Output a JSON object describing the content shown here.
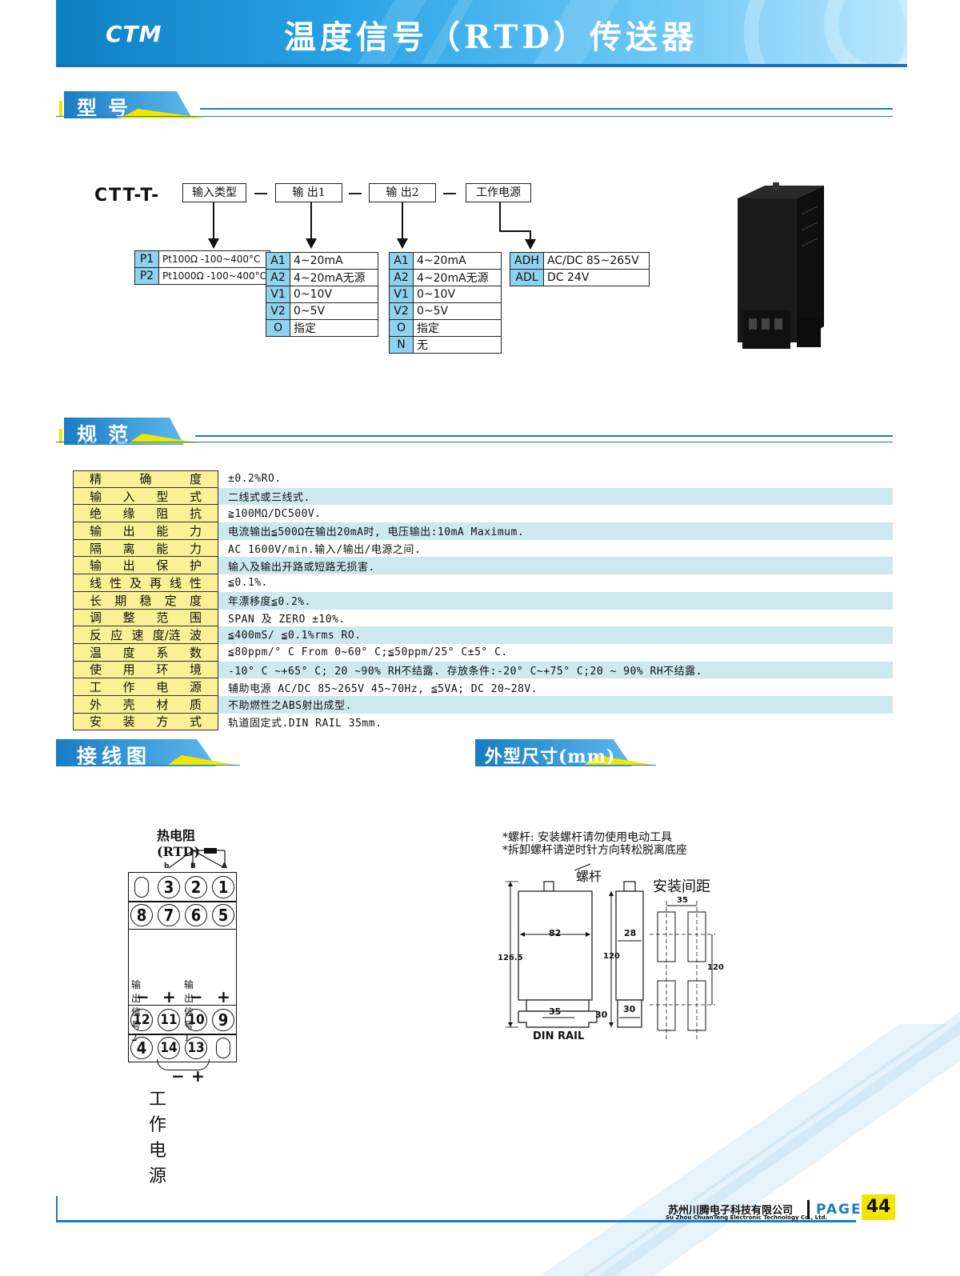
{
  "header": {
    "logo": "CTM",
    "title": "温度信号（RTD）传送器"
  },
  "sections": {
    "model": "型号",
    "spec": "规范",
    "wiring": "接线图",
    "dimensions": "外型尺寸(mm)"
  },
  "model_code": {
    "prefix": "CTT-T-",
    "dash": "—",
    "fields": [
      "输入类型",
      "输 出1",
      "输 出2",
      "工作电源"
    ],
    "input_types": [
      {
        "code": "P1",
        "desc": "Pt100Ω -100~400°C"
      },
      {
        "code": "P2",
        "desc": "Pt1000Ω -100~400°C"
      }
    ],
    "output1": [
      {
        "code": "A1",
        "desc": "4~20mA"
      },
      {
        "code": "A2",
        "desc": "4~20mA无源"
      },
      {
        "code": "V1",
        "desc": "0~10V"
      },
      {
        "code": "V2",
        "desc": "0~5V"
      },
      {
        "code": "O",
        "desc": "指定"
      }
    ],
    "output2": [
      {
        "code": "A1",
        "desc": "4~20mA"
      },
      {
        "code": "A2",
        "desc": "4~20mA无源"
      },
      {
        "code": "V1",
        "desc": "0~10V"
      },
      {
        "code": "V2",
        "desc": "0~5V"
      },
      {
        "code": "O",
        "desc": "指定"
      },
      {
        "code": "N",
        "desc": "无"
      }
    ],
    "power": [
      {
        "code": "ADH",
        "desc": "AC/DC 85~265V"
      },
      {
        "code": "ADL",
        "desc": "DC 24V"
      }
    ]
  },
  "specs": [
    {
      "label": [
        "精",
        "确",
        "度"
      ],
      "value": "±0.2%RO."
    },
    {
      "label": [
        "输",
        "入",
        "型",
        "式"
      ],
      "value": "二线式或三线式."
    },
    {
      "label": [
        "绝",
        "缘",
        "阻",
        "抗"
      ],
      "value": "≧100MΩ/DC500V."
    },
    {
      "label": [
        "输",
        "出",
        "能",
        "力"
      ],
      "value": "电流输出≦500Ω在输出20mA时, 电压输出:10mA Maximum."
    },
    {
      "label": [
        "隔",
        "离",
        "能",
        "力"
      ],
      "value": "AC 1600V/min.输入/输出/电源之间."
    },
    {
      "label": [
        "输",
        "出",
        "保",
        "护"
      ],
      "value": "输入及输出开路或短路无损害."
    },
    {
      "label": [
        "线",
        "性",
        "及",
        "再",
        "线",
        "性"
      ],
      "value": "≦0.1%."
    },
    {
      "label": [
        "长",
        "期",
        "稳",
        "定",
        "度"
      ],
      "value": "年漂移度≦0.2%."
    },
    {
      "label": [
        "调",
        "整",
        "范",
        "围"
      ],
      "value": "SPAN 及 ZERO ±10%."
    },
    {
      "label": [
        "反",
        "应",
        "速",
        "度/涟",
        "波"
      ],
      "value": "≦400mS/ ≦0.1%rms RO."
    },
    {
      "label": [
        "温",
        "度",
        "系",
        "数"
      ],
      "value": "≦80ppm/° C From 0~60° C;≦50ppm/25° C±5° C."
    },
    {
      "label": [
        "使",
        "用",
        "环",
        "境"
      ],
      "value": "-10° C ~+65° C; 20 ~90% RH不结露. 存放条件:-20° C~+75° C;20 ~ 90% RH不结露."
    },
    {
      "label": [
        "工",
        "作",
        "电",
        "源"
      ],
      "value": "辅助电源 AC/DC 85~265V 45~70Hz, ≦5VA;   DC 20~28V."
    },
    {
      "label": [
        "外",
        "壳",
        "材",
        "质"
      ],
      "value": "不助燃性之ABS射出成型."
    },
    {
      "label": [
        "安",
        "装",
        "方",
        "式"
      ],
      "value": "轨道固定式.DIN RAIL 35mm."
    }
  ],
  "wiring": {
    "rtd_label": "热电阻(RTD)",
    "rtd_pins": [
      "b",
      "B",
      "A"
    ],
    "top_row1": [
      "3",
      "2",
      "1"
    ],
    "top_row2": [
      "8",
      "7",
      "6",
      "5"
    ],
    "out2_label": "输出信号2",
    "out1_label": "输出信号1",
    "signs_top": [
      "−",
      "+",
      "−",
      "+"
    ],
    "bot_row1": [
      "12",
      "11",
      "10",
      "9"
    ],
    "bot_row2": [
      "4",
      "14",
      "13"
    ],
    "signs_bottom": [
      "−",
      "+"
    ],
    "power_label": "工作电源"
  },
  "dimensions": {
    "note1": "*螺杆: 安装螺杆请勿使用电动工具",
    "note2": "*拆卸螺杆请逆时针方向转松脱离底座",
    "screw": "螺杆",
    "spacing": "安装间距",
    "w82": "82",
    "h126": "126.5",
    "h120a": "120",
    "w28": "28",
    "w30a": "30",
    "w35a": "35",
    "w30b": "30",
    "w35b": "35",
    "h120b": "120",
    "din": "DIN RAIL"
  },
  "footer": {
    "company": "苏州川腾电子科技有限公司",
    "company_en": "Su Zhou ChuanTeng Electronic Technology Co., Ltd.",
    "page_word": "PAGE",
    "page_num": "44"
  }
}
